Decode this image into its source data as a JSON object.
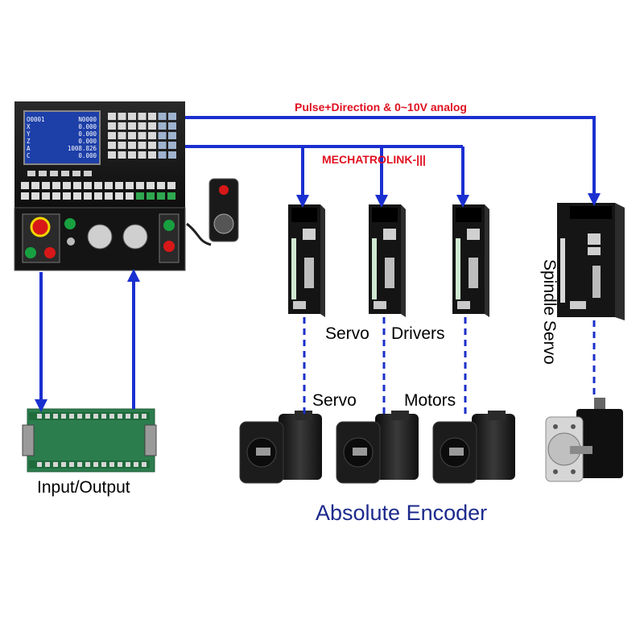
{
  "connections": {
    "analog_label": "Pulse+Direction & 0~10V analog",
    "bus_label": "MECHATROLINK-|||"
  },
  "labels": {
    "servo_drivers": [
      "Servo",
      "Drivers"
    ],
    "servo_motors": [
      "Servo",
      "Motors"
    ],
    "spindle_servo": "Spindle Servo",
    "input_output": "Input/Output",
    "absolute_encoder": "Absolute Encoder"
  },
  "controller_screen": {
    "rows": [
      {
        "axis": "O0001",
        "value": "N0000"
      },
      {
        "axis": "X",
        "value": "0.000"
      },
      {
        "axis": "Y",
        "value": "0.000"
      },
      {
        "axis": "Z",
        "value": "0.000"
      },
      {
        "axis": "A",
        "value": "1008.826"
      },
      {
        "axis": "C",
        "value": "0.000"
      }
    ]
  },
  "colors": {
    "arrow": "#1a2fd0",
    "dashed": "#1a2fc8",
    "red_text": "#e01020",
    "encoder_text": "#1c2a8c"
  }
}
